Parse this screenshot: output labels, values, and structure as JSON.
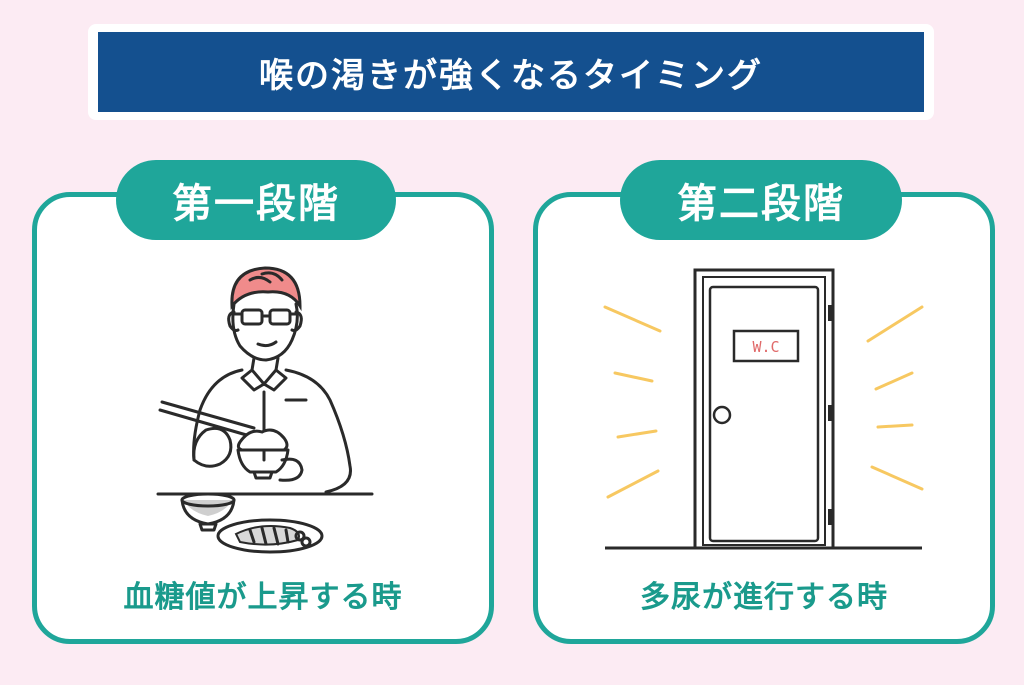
{
  "title": "喉の渇きが強くなるタイミング",
  "stages": [
    {
      "label": "第一段階",
      "caption": "血糖値が上昇する時"
    },
    {
      "label": "第二段階",
      "caption": "多尿が進行する時"
    }
  ],
  "door_sign": "W.C",
  "colors": {
    "background": "#fcebf3",
    "title_bar": "#14508f",
    "accent": "#1fa69a",
    "caption_text": "#1a9a8c",
    "hair": "#f08b8b",
    "rays": "#f7c861"
  }
}
